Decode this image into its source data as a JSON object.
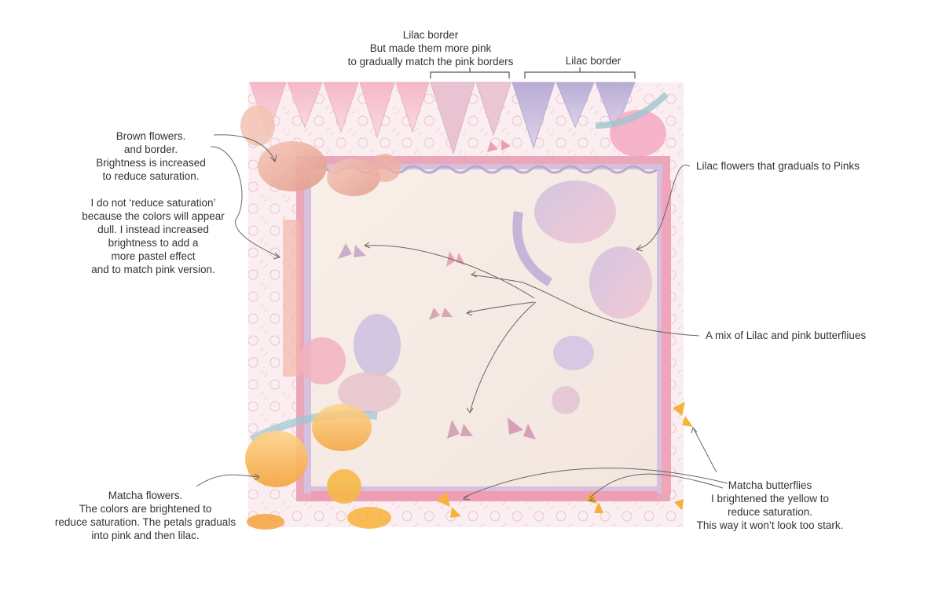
{
  "annotations": {
    "lilac_border_pink": {
      "lines": [
        "Lilac border",
        "But made them more pink",
        "to gradually match the pink borders"
      ]
    },
    "lilac_border": {
      "lines": [
        "Lilac border"
      ]
    },
    "brown_flowers": {
      "lines": [
        "Brown flowers.",
        "and border.",
        "Brightness is increased",
        "to reduce saturation."
      ]
    },
    "saturation_note": {
      "lines": [
        "I do not ‘reduce saturation’",
        "because the colors will appear",
        "dull. I instead increased",
        "brightness to add a",
        "more pastel effect",
        "and to match pink version."
      ]
    },
    "lilac_flowers": {
      "lines": [
        "Lilac flowers that graduals to Pinks"
      ]
    },
    "butterflies_mix": {
      "lines": [
        "A mix of Lilac and pink butterfliues"
      ]
    },
    "matcha_flowers": {
      "lines": [
        "Matcha flowers.",
        "The colors are brightened to",
        "reduce saturation. The petals graduals",
        "into pink and then lilac."
      ]
    },
    "matcha_butterflies": {
      "lines": [
        "Matcha butterflies",
        "I brightened the yellow to",
        "reduce saturation.",
        "This way it won’t look too stark."
      ]
    }
  },
  "colors": {
    "pink": "#f3c3cf",
    "lilac": "#c2b3d8",
    "cream": "#f7ede6",
    "peach": "#f3b7a1",
    "matcha": "#f7b23b",
    "leaf": "#9cc6cf"
  }
}
